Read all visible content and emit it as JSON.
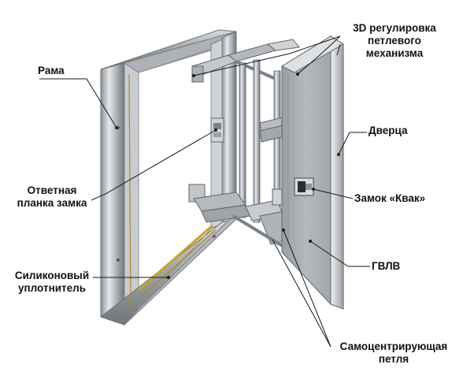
{
  "labels": {
    "frame": "Рама",
    "hinge_3d": "3D регулировка\nпетлевого\nмеханизма",
    "door": "Дверца",
    "strike_plate": "Ответная\nпланка замка",
    "lock": "Замок «Квак»",
    "gypsum_board": "ГВЛВ",
    "silicone_seal": "Силиконовый\nуплотнитель",
    "self_centering_hinge": "Самоцентрирующая\nпетля"
  },
  "colors": {
    "frame_metal": "#b9bdc1",
    "seal_yellow": "#c9a227",
    "door_panel": "#a9adb0",
    "leader": "#1a1a1a"
  }
}
